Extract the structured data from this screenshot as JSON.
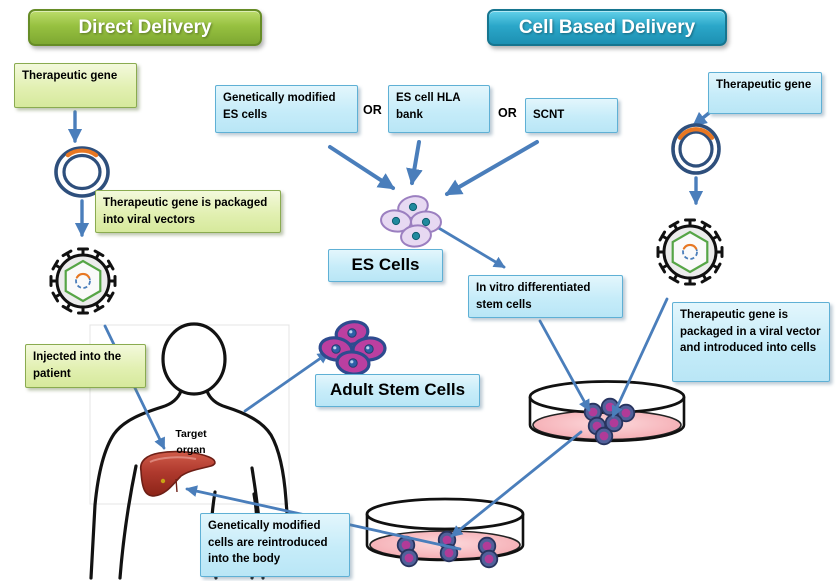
{
  "headers": {
    "direct": "Direct Delivery",
    "cell_based": "Cell Based Delivery"
  },
  "labels": {
    "therapeutic_gene_left": "Therapeutic gene",
    "packaged_into_viral_vectors": "Therapeutic gene is packaged into viral vectors",
    "injected_into_patient": "Injected into the patient",
    "target_organ": "Target organ",
    "gm_es_cells": "Genetically modified ES cells",
    "or_1": "OR",
    "es_cell_hla_bank": "ES cell HLA bank",
    "or_2": "OR",
    "scnt": "SCNT",
    "es_cells": "ES Cells",
    "in_vitro": "In vitro differentiated stem cells",
    "adult_stem_cells": "Adult Stem Cells",
    "therapeutic_gene_right": "Therapeutic gene",
    "packaged_in_viral_vector": "Therapeutic gene is packaged in a viral vector and introduced into cells",
    "reintroduced": "Genetically modified cells are reintroduced into the body"
  },
  "colors": {
    "direct_header_green": "#8cb33a",
    "cell_header_blue": "#29a3c6",
    "green_box_fill": "#e6f3bd",
    "green_box_border": "#8aab50",
    "blue_box_fill": "#c5ebf8",
    "blue_box_border": "#5fb0d5",
    "arrow_blue": "#4a7ebb",
    "plasmid_ring_blue": "#2e4f7c",
    "plasmid_insert_orange": "#e87722",
    "virus_capsid_green": "#56a546",
    "es_cell_lavender": "#e7d9f2",
    "adult_cell_magenta": "#bb3fa0",
    "dish_medium_pink": "#f5b6bb",
    "dish_cell_blue": "#51609a"
  },
  "icons": {
    "plasmid_left": "plasmid-ring-with-orange-insert",
    "plasmid_right": "plasmid-ring-with-orange-insert",
    "virus_left": "viral-vector-particle",
    "virus_right": "viral-vector-particle",
    "es_cell_cluster": "es-cell-cluster",
    "adult_stem_cell_cluster": "adult-stem-cell-cluster",
    "patient": "human-patient-silhouette",
    "liver": "liver-target-organ",
    "petri_dish_top": "petri-dish-with-cells",
    "petri_dish_bottom": "petri-dish-with-cells"
  }
}
